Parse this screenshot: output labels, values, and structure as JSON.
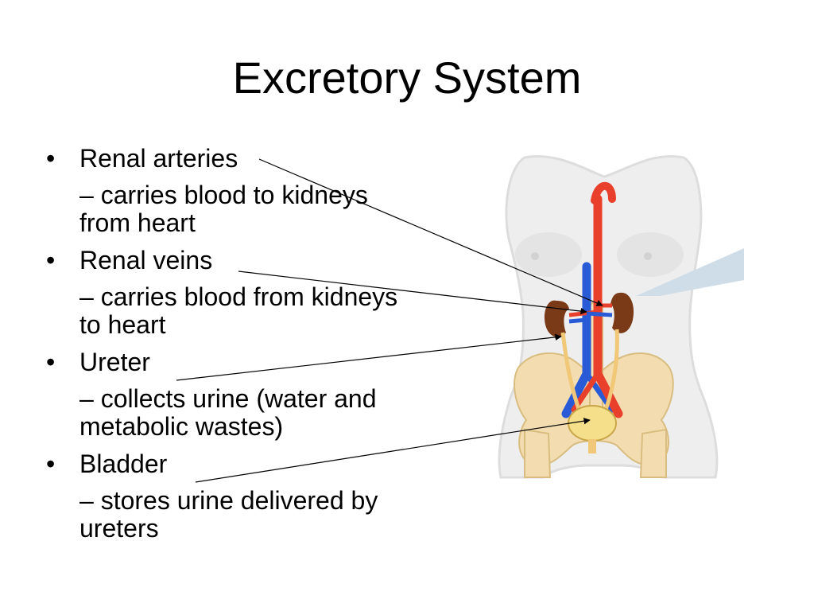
{
  "slide": {
    "title": "Excretory System",
    "items": [
      {
        "bullet": "•",
        "heading": "Renal arteries",
        "detail": "– carries blood to kidneys from heart"
      },
      {
        "bullet": "•",
        "heading": "Renal veins",
        "detail": "– carries blood from kidneys to heart"
      },
      {
        "bullet": "•",
        "heading": "Ureter",
        "detail": "– collects urine (water and metabolic wastes)"
      },
      {
        "bullet": "•",
        "heading": "Bladder",
        "detail": "– stores urine delivered by ureters"
      }
    ]
  },
  "colors": {
    "artery": "#e8402a",
    "vein": "#2a5bd7",
    "kidney": "#7a3a18",
    "bone": "#f3ddb0",
    "body": "#eeeeee",
    "pointer": "#000000"
  }
}
